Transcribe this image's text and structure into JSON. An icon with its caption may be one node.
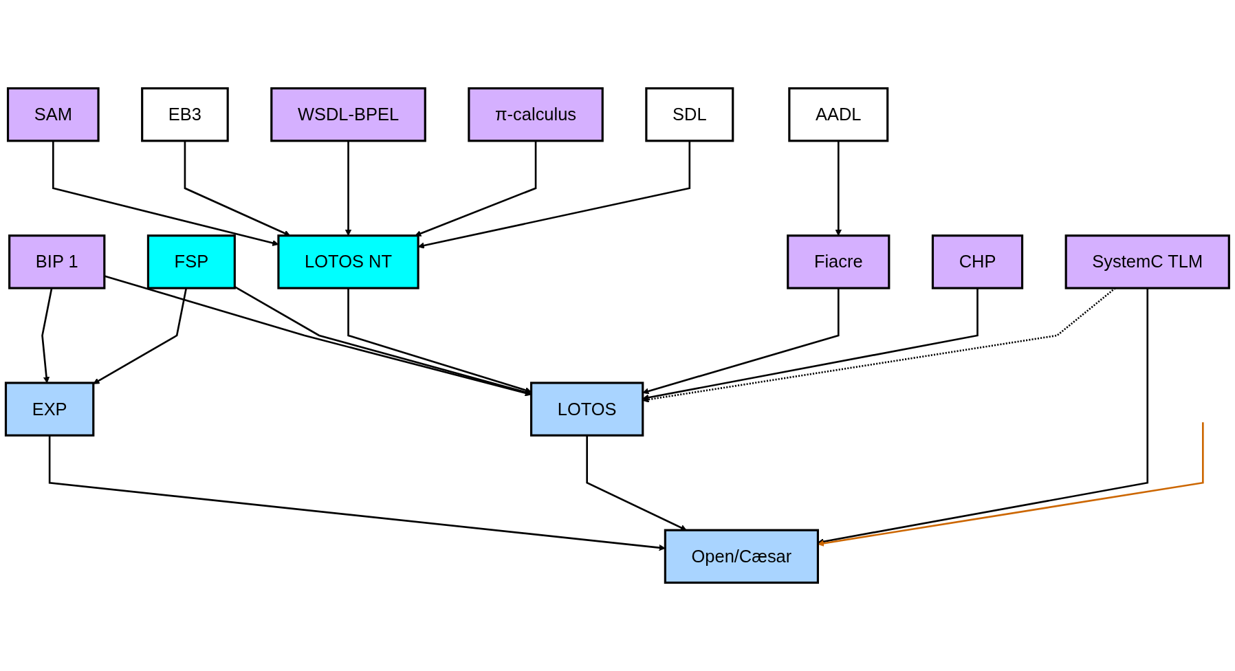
{
  "diagram": {
    "nodes": [
      {
        "text": [
          "SAM"
        ]
      },
      {
        "text": [
          "EB3"
        ]
      },
      {
        "text": [
          "WSDL-BPEL"
        ]
      },
      {
        "text": [
          "π-calculus"
        ]
      },
      {
        "text": [
          "SDL"
        ]
      },
      {
        "text": [
          "AADL"
        ]
      },
      {
        "text": [
          "BIP 1"
        ]
      },
      {
        "text": [
          "FSP"
        ]
      },
      {
        "text": [
          "LOTOS NT"
        ]
      },
      {
        "text": [
          "Fiacre"
        ]
      },
      {
        "text": [
          "CHP"
        ]
      },
      {
        "text": [
          "EXP"
        ]
      },
      {
        "text": [
          "LOTOS"
        ]
      },
      {
        "text": [
          "SystemC TLM"
        ]
      },
      {
        "text": [
          "Open/Cæsar"
        ]
      }
    ],
    "edges": [
      {
        "from": 0,
        "to": 8,
        "arrow": "to"
      },
      {
        "from": 1,
        "to": 8,
        "arrow": "to"
      },
      {
        "from": 2,
        "to": 8,
        "arrow": "to"
      },
      {
        "from": 3,
        "to": 8,
        "arrow": "to"
      },
      {
        "from": 4,
        "to": 8,
        "arrow": "to"
      },
      {
        "from": 5,
        "to": 9,
        "arrow": "to"
      },
      {
        "from": 6,
        "to": 12,
        "arrow": "to"
      },
      {
        "from": 6,
        "to": 11,
        "arrow": "to"
      },
      {
        "from": 7,
        "to": 12,
        "arrow": "to"
      },
      {
        "from": 7,
        "to": 11,
        "arrow": "to"
      },
      {
        "from": 8,
        "to": 12,
        "arrow": "to"
      },
      {
        "from": 9,
        "to": 12,
        "arrow": "to"
      },
      {
        "from": 10,
        "to": 12,
        "arrow": "to"
      },
      {
        "from": 13,
        "to": 12,
        "arrow": "to",
        "style": "dashed"
      },
      {
        "from": 11,
        "to": 14,
        "arrow": "to"
      },
      {
        "from": 12,
        "to": 14,
        "arrow": "to"
      },
      {
        "from": 13,
        "to": 14,
        "arrow": "to"
      },
      {
        "from": null,
        "to": 14,
        "arrow": "to",
        "color": "#cc6600"
      }
    ]
  }
}
